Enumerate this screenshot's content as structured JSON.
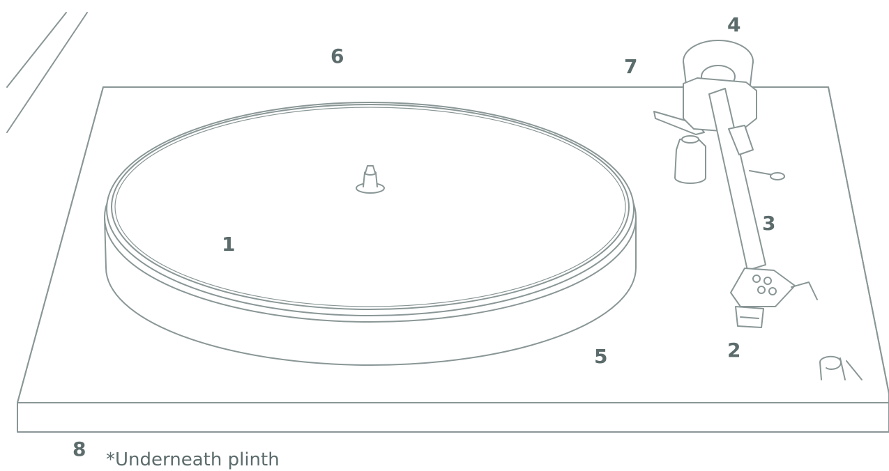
{
  "callouts": {
    "c1": "1",
    "c2": "2",
    "c3": "3",
    "c4": "4",
    "c5": "5",
    "c6": "6",
    "c7": "7",
    "c8": "8"
  },
  "footnote": "*Underneath plinth",
  "colors": {
    "line": "#8a9696",
    "text": "#5c6b6b",
    "background": "#ffffff"
  }
}
